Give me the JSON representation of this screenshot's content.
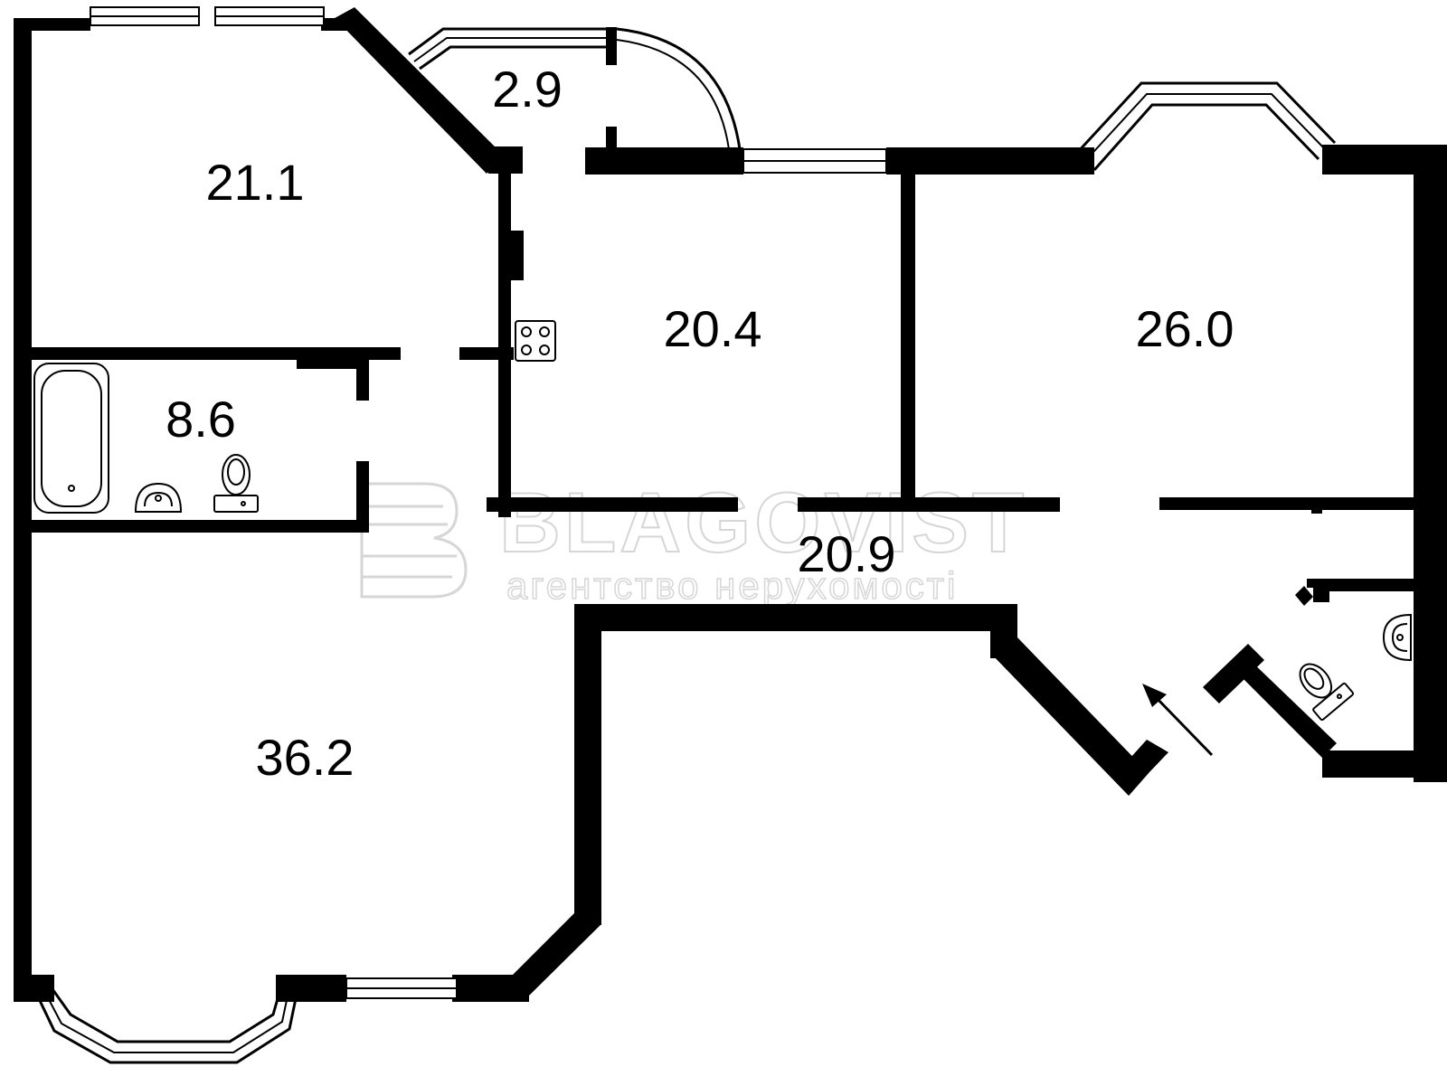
{
  "plan": {
    "rooms": [
      {
        "id": "room-nw",
        "area": "21.1"
      },
      {
        "id": "balcony",
        "area": "2.9"
      },
      {
        "id": "bathroom",
        "area": "8.6"
      },
      {
        "id": "kitchen",
        "area": "20.4"
      },
      {
        "id": "room-ne",
        "area": "26.0"
      },
      {
        "id": "hall",
        "area": "20.9"
      },
      {
        "id": "living-room",
        "area": "36.2"
      }
    ]
  },
  "watermark": {
    "brand": "BLAGOVIST",
    "tagline": "агентство нерухомості"
  },
  "colors": {
    "wall": "#000000",
    "background": "#ffffff",
    "watermark": "#d6d6d6"
  }
}
